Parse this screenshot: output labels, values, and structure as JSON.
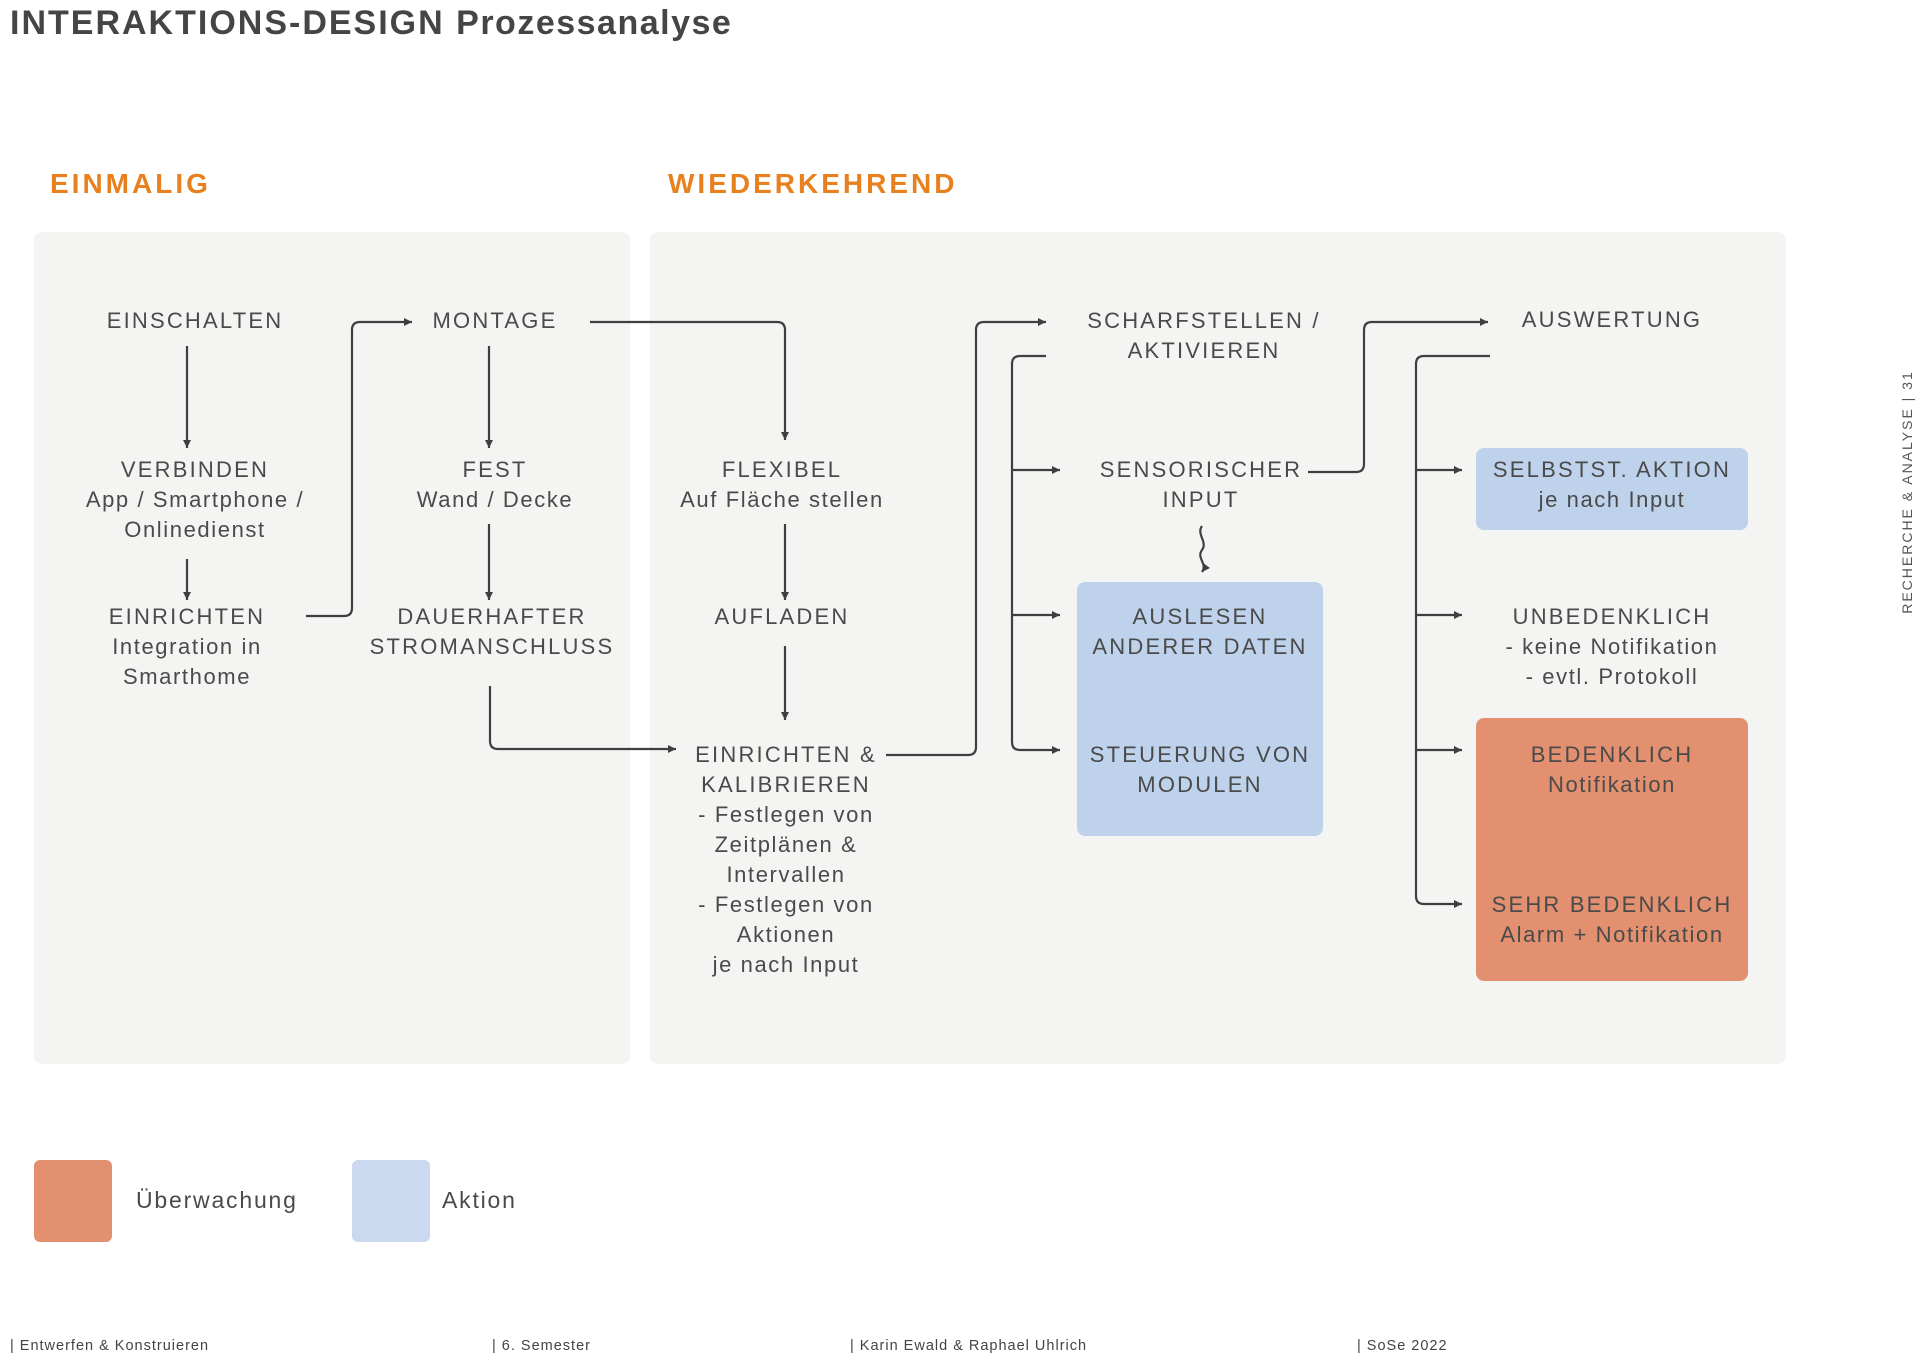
{
  "header": {
    "title": "INTERAKTIONS-DESIGN",
    "subtitle": "Prozessanalyse"
  },
  "sections": {
    "einmalig": "EINMALIG",
    "wiederkehrend": "WIEDERKEHREND"
  },
  "nodes": {
    "einschalten": {
      "title": "EINSCHALTEN"
    },
    "verbinden": {
      "title": "VERBINDEN",
      "lines": [
        "App / Smartphone /",
        "Onlinedienst"
      ]
    },
    "einrichten_smarthome": {
      "title": "EINRICHTEN",
      "lines": [
        "Integration in",
        "Smarthome"
      ]
    },
    "montage": {
      "title": "MONTAGE"
    },
    "fest": {
      "title": "FEST",
      "lines": [
        "Wand / Decke"
      ]
    },
    "dauerhafter": {
      "title": [
        "DAUERHAFTER",
        "STROMANSCHLUSS"
      ]
    },
    "flexibel": {
      "title": "FLEXIBEL",
      "lines": [
        "Auf Fläche stellen"
      ]
    },
    "aufladen": {
      "title": "AUFLADEN"
    },
    "einrichten_kalibrieren": {
      "title": [
        "EINRICHTEN &",
        "KALIBRIEREN"
      ],
      "lines": [
        "- Festlegen von",
        "Zeitplänen &",
        "Intervallen",
        "- Festlegen von",
        "Aktionen",
        "je nach Input"
      ]
    },
    "scharfstellen": {
      "title": [
        "SCHARFSTELLEN /",
        "AKTIVIEREN"
      ]
    },
    "sensorischer_input": {
      "title": [
        "SENSORISCHER",
        "INPUT"
      ]
    },
    "auslesen": {
      "title": [
        "AUSLESEN",
        "ANDERER DATEN"
      ]
    },
    "steuerung": {
      "title": [
        "STEUERUNG VON",
        "MODULEN"
      ]
    },
    "auswertung": {
      "title": "AUSWERTUNG"
    },
    "selbstst_aktion": {
      "title": "SELBSTST. AKTION",
      "lines": [
        "je nach Input"
      ]
    },
    "unbedenklich": {
      "title": "UNBEDENKLICH",
      "lines": [
        "- keine Notifikation",
        "- evtl. Protokoll"
      ]
    },
    "bedenklich": {
      "title": "BEDENKLICH",
      "lines": [
        "Notifikation"
      ]
    },
    "sehr_bedenklich": {
      "title": "SEHR BEDENKLICH",
      "lines": [
        "Alarm + Notifikation"
      ]
    }
  },
  "legend": {
    "ueberwachung": "Überwachung",
    "aktion": "Aktion"
  },
  "colors": {
    "accent_orange": "#e8801e",
    "ueberwachung": "#e2906f",
    "aktion": "#bfd2ec",
    "panel": "#f4f4f2",
    "arrow": "#3f3f3f"
  },
  "side_label": "RECHERCHE & ANALYSE  |  31",
  "footer": {
    "course": "|  Entwerfen & Konstruieren",
    "semester": "|  6. Semester",
    "authors": "|  Karin Ewald & Raphael Uhlrich",
    "term": "|  SoSe 2022"
  }
}
